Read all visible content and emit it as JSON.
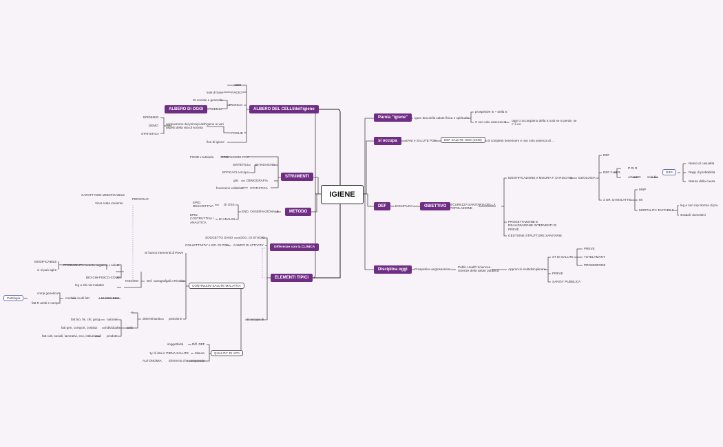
{
  "center": "IGIENE",
  "main": {
    "albero": "ALBERO DEL CELLI/dell'igiene",
    "strumenti": "STRUMENTI",
    "metodo": "METODO",
    "elementi": "ELEMENTI TIPICI",
    "parola": "Parola \"igiene\"",
    "si_occupa": "si occupa",
    "def": "DEF",
    "disciplina": "Disciplina oggi",
    "albero_oggi": "ALBERO DI OGGI",
    "obiettivo": "OBIETTIVO",
    "differenze": "Differenze con la CLINICA"
  },
  "albero": {
    "n1880": "1880",
    "sole": "sole di base",
    "radici": "RADICI",
    "ig_sociale": "IG sociale e generale",
    "tronco": "TRONCO",
    "epidemio": "EPIDEMIO",
    "applicazione": "applicazione dei principi dell'igiene ai vari aspetti della vita di società",
    "foglie": "FOGLIE",
    "fiori": "fiori di igiene",
    "oggi_epidemio": "EPIDEMIO",
    "oggi_demo": "DEMO",
    "oggi_statistica": "STATISTICA"
  },
  "strumenti": {
    "fond": "FOND x tutelarla",
    "conoscere": "CONOSCERE POP",
    "sintetici": "SINTETICI",
    "indagine": "DI INDAGINE",
    "efficaci": "EFFICACI a scopo",
    "gisi": "gisi",
    "demografia": "DEMOGRAFIA",
    "fenomeno": "fenomeno collettivo",
    "statistica": "STATISTICA"
  },
  "metodo": {
    "epid_desc": "EPID. DESCRITTIVA",
    "di_oss": "DI OSS",
    "end_oss": "END. OSSERVAZIONALE",
    "epid_cost": "EPID. COSTRUTTIVA / ANALITICA",
    "di_analisi": "DI ANALISI",
    "caratt": "CARATT NON MODIFICABILE",
    "virus": "Virus resta virulento",
    "pericolo": "PERICOLO"
  },
  "elementi": {
    "soggetto": "SOGGETTO SANO",
    "ogg_studio": "OGG. DI STUDIO",
    "collettivita": "COLLETTIVITA' e GR. DI POP",
    "campo": "CAMPO DI ATTIVITA'",
    "si_hanno": "Si hanno interventi di Preve",
    "continuum": "CONTINUUM SALUTE MALATTIA",
    "modificabile": "MODIFICABILE",
    "probabilita": "PROBABILITA' evento negativo x salute",
    "ci_si": "ci si può agire",
    "bio": "BIO-CHI-FISICO-COMP",
    "leg": "leg a sfs nat malattie",
    "rischio": "RISCHIO",
    "def_cartografia": "Def. cartografgali a Rischio",
    "comp_genetica": "comp genetica",
    "fatt_r": "fatt R ambi e comp",
    "modello": "modello multi fatt",
    "m_cro": "+ M CRO DEG",
    "patologia": "Patologia",
    "plus_minus": "+/-",
    "determinanti": "determinanti",
    "posizione": "posizione",
    "fatt_bio": "fatt bio, fis, chi, geog",
    "naturale": "naturale",
    "fatt_gen": "fatt gen, comport, costituz",
    "individuale": "individuale",
    "fatt_cult": "fatt cult, sociali, lavorativi, eco, istituzionali",
    "prodotto": "prodotto",
    "amb": "amb",
    "si_occupa_di": "Si occupa di",
    "soggettivita": "soggettività",
    "diff_def": "Diff. DEF",
    "qualita": "QUALITA' DI VITA",
    "ly": "1y di vita in PIENA SALUTE",
    "misura": "Misura",
    "autonomia": "AUTONOMIA",
    "elemento": "Elemento che comprende"
  },
  "right": {
    "igea": "Igea: dea della salute fisica e spirituale",
    "prospettive": "prospettive in + della S",
    "s_non": "S non solo assenza M",
    "oggi_si": "oggi ci accorgiamo della S solo se si perde, se c' è no",
    "sani": "SANI e SALUTE POP",
    "def_salute": "DEF SALUTE OMS (1948)",
    "completo": "di completo benessere e non solo assenza di ...",
    "disciplina_lbl": "DISCIPLINA",
    "sicurezza": "SICUREZZA SANITARIA DELLA POPOLAZIONE",
    "identificazione": "IDENTIFICAZIONE e MISURA F. DI RISCHIO",
    "eziologia": "EZIOLOGIA",
    "def2": "DEF",
    "def_f": "DEF F. DI R.",
    "p_di_r": "P DI R",
    "ag_ezio": "AG EZIO",
    "solo_bio": "solo bio",
    "diff": "DIFF",
    "nesso": "Nesso di casualità",
    "rapp": "Rapp di probabilità",
    "natura": "Natura della causa",
    "gr_malattie": "3 GR. DI MALATTIE",
    "mnp": "MNP",
    "mi": "MI",
    "mortalita": "MORTALITA' EVITABILE",
    "leg_non": "leg a non rop Norme di pru",
    "stradali": "stradali, domestici",
    "progettazione": "PROGETTAZIONE E REALIZZAZIONE INTERVENTI DI PREVE",
    "gestione": "GESTIONE STRUTTURE SANITARIE",
    "prospettiva": "Prospettiva anglosassone",
    "public": "Public Health Sciences - Scienze della salute pubblica",
    "approccio": "Approccio multidisciplinare",
    "st_di_salute": "ST DI SALUTE",
    "preve": "PREVE",
    "tutelamant": "TUTELAMANT",
    "promozione": "PROMOZIONE",
    "preve2": "PREVE",
    "sanita": "SANITA' PUBBLICA"
  },
  "colors": {
    "main": "#6f2d84",
    "background": "#f8f3f8",
    "line": "#444444",
    "dashed": "#8a8ad0"
  }
}
